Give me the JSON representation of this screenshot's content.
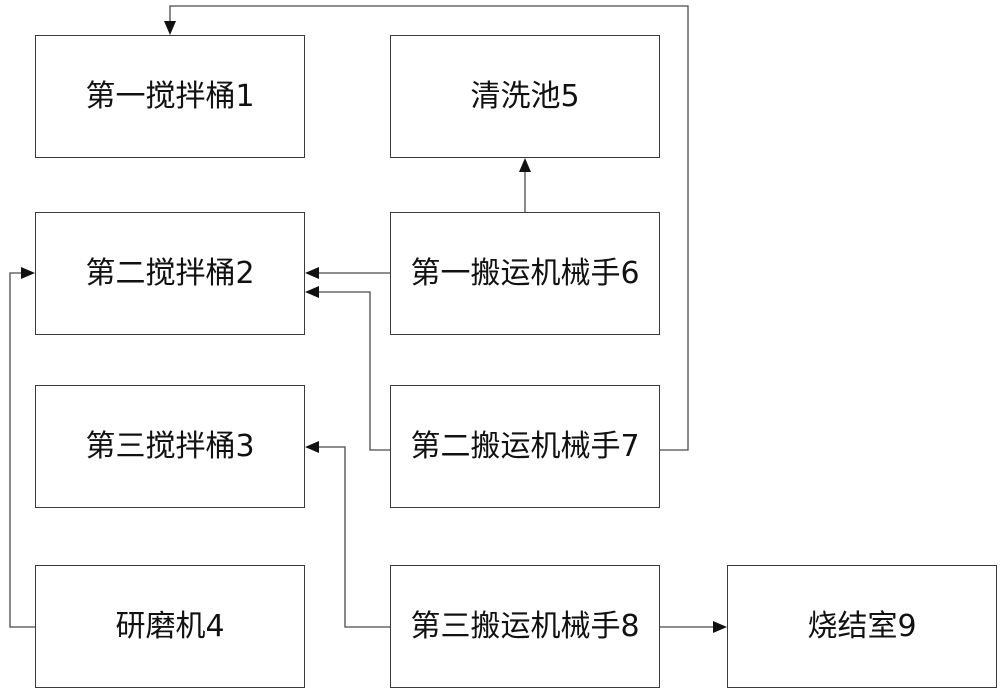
{
  "nodes": {
    "mixing_barrel_1": "第一搅拌桶1",
    "mixing_barrel_2": "第二搅拌桶2",
    "mixing_barrel_3": "第三搅拌桶3",
    "grinder_4": "研磨机4",
    "cleaning_pool_5": "清洗池5",
    "robot_arm_6": "第一搬运机械手6",
    "robot_arm_7": "第二搬运机械手7",
    "robot_arm_8": "第三搬运机械手8",
    "sintering_room_9": "烧结室9"
  },
  "edges": [
    {
      "from": "robot_arm_6",
      "to": "cleaning_pool_5"
    },
    {
      "from": "robot_arm_6",
      "to": "mixing_barrel_2"
    },
    {
      "from": "robot_arm_7",
      "to": "mixing_barrel_2"
    },
    {
      "from": "robot_arm_7",
      "to": "mixing_barrel_1"
    },
    {
      "from": "grinder_4",
      "to": "mixing_barrel_2"
    },
    {
      "from": "robot_arm_8",
      "to": "mixing_barrel_3"
    },
    {
      "from": "robot_arm_8",
      "to": "sintering_room_9"
    }
  ]
}
